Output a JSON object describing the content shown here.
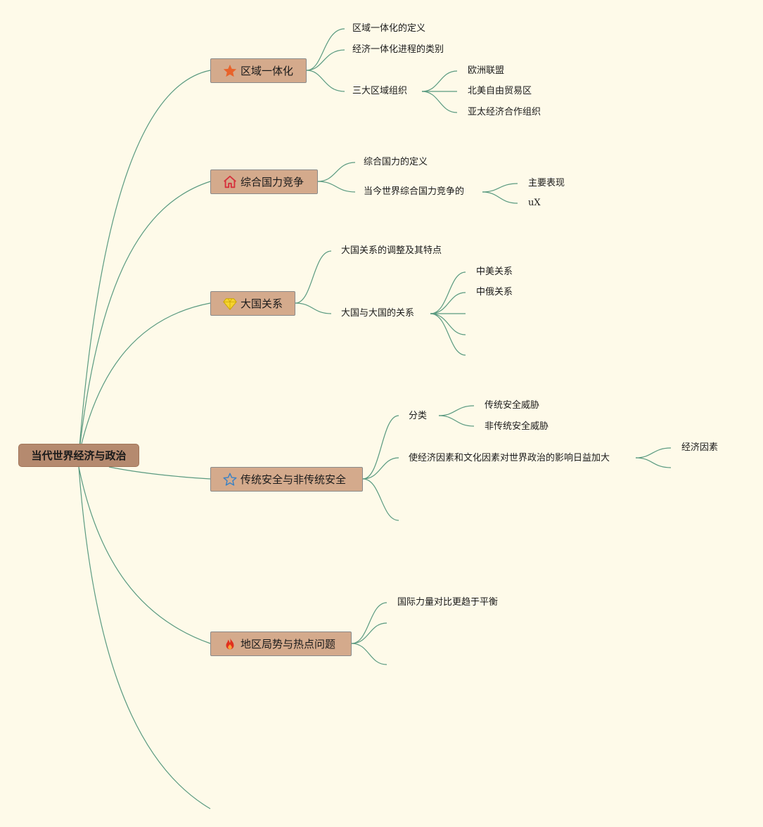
{
  "root": {
    "label": "当代世界经济与政治"
  },
  "branches": [
    {
      "label": "区域一体化",
      "icon": "star-filled-icon",
      "children": [
        {
          "label": "区域一体化的定义"
        },
        {
          "label": "经济一体化进程的类别"
        },
        {
          "label": "三大区域组织",
          "children": [
            "欧洲联盟",
            "北美自由贸易区",
            "亚太经济合作组织"
          ]
        }
      ]
    },
    {
      "label": "综合国力竞争",
      "icon": "house-icon",
      "children": [
        {
          "label": "综合国力的定义"
        },
        {
          "label": "当今世界综合国力竞争的",
          "children": [
            "主要表现",
            "uX"
          ]
        }
      ]
    },
    {
      "label": "大国关系",
      "icon": "diamond-icon",
      "children": [
        {
          "label": "大国关系的调整及其特点"
        },
        {
          "label": "大国与大国的关系",
          "children": [
            "中美关系",
            "中俄关系",
            "",
            "",
            ""
          ]
        }
      ]
    },
    {
      "label": "传统安全与非传统安全",
      "icon": "star-outline-icon",
      "children": [
        {
          "label": "分类",
          "children": [
            "传统安全威胁",
            "非传统安全威胁"
          ]
        },
        {
          "label": "使经济因素和文化因素对世界政治的影响日益加大",
          "children": [
            "经济因素",
            ""
          ]
        },
        {
          "label": ""
        }
      ]
    },
    {
      "label": "地区局势与热点问题",
      "icon": "fire-icon",
      "children": [
        {
          "label": "国际力量对比更趋于平衡"
        },
        {
          "label": ""
        },
        {
          "label": ""
        }
      ]
    }
  ],
  "colors": {
    "background": "#fefae9",
    "root_fill": "#b58a6f",
    "branch_fill": "#d4aa8c",
    "connector": "#5a9a80"
  }
}
